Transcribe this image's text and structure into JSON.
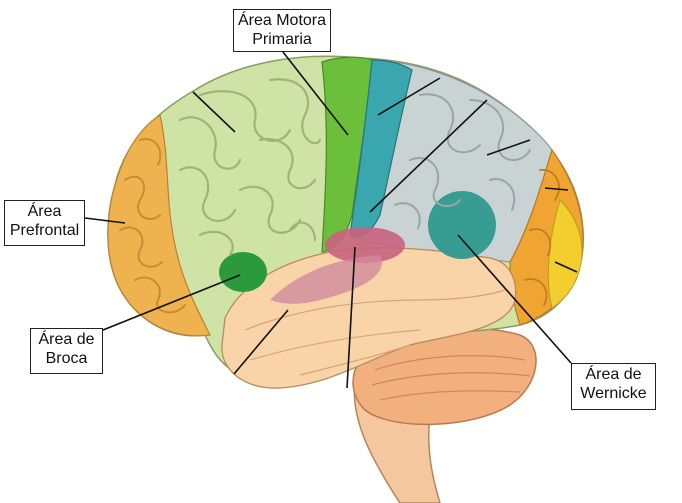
{
  "labels": {
    "motora": {
      "line1": "Área Motora",
      "line2": "Primaria"
    },
    "prefrontal": {
      "line1": "Área",
      "line2": "Prefrontal"
    },
    "broca": {
      "line1": "Área de",
      "line2": "Broca"
    },
    "wernicke": {
      "line1": "Área de",
      "line2": "Wernicke"
    }
  },
  "colors": {
    "frontal": "#cfe3a6",
    "prefrontal": "#eeb34e",
    "motor": "#6cbf3b",
    "parietal": "#c9d3d4",
    "sensory": "#3aa6ad",
    "occipital": "#f0a532",
    "occipital_tip": "#f2cf2e",
    "temporal": "#f8d4a8",
    "cerebellum": "#f2b07f",
    "brainstem": "#f4c79e",
    "broca": "#2a9a3a",
    "wernicke": "#2f9a8e",
    "auditory": "#c9637f",
    "leader": "#111111"
  }
}
